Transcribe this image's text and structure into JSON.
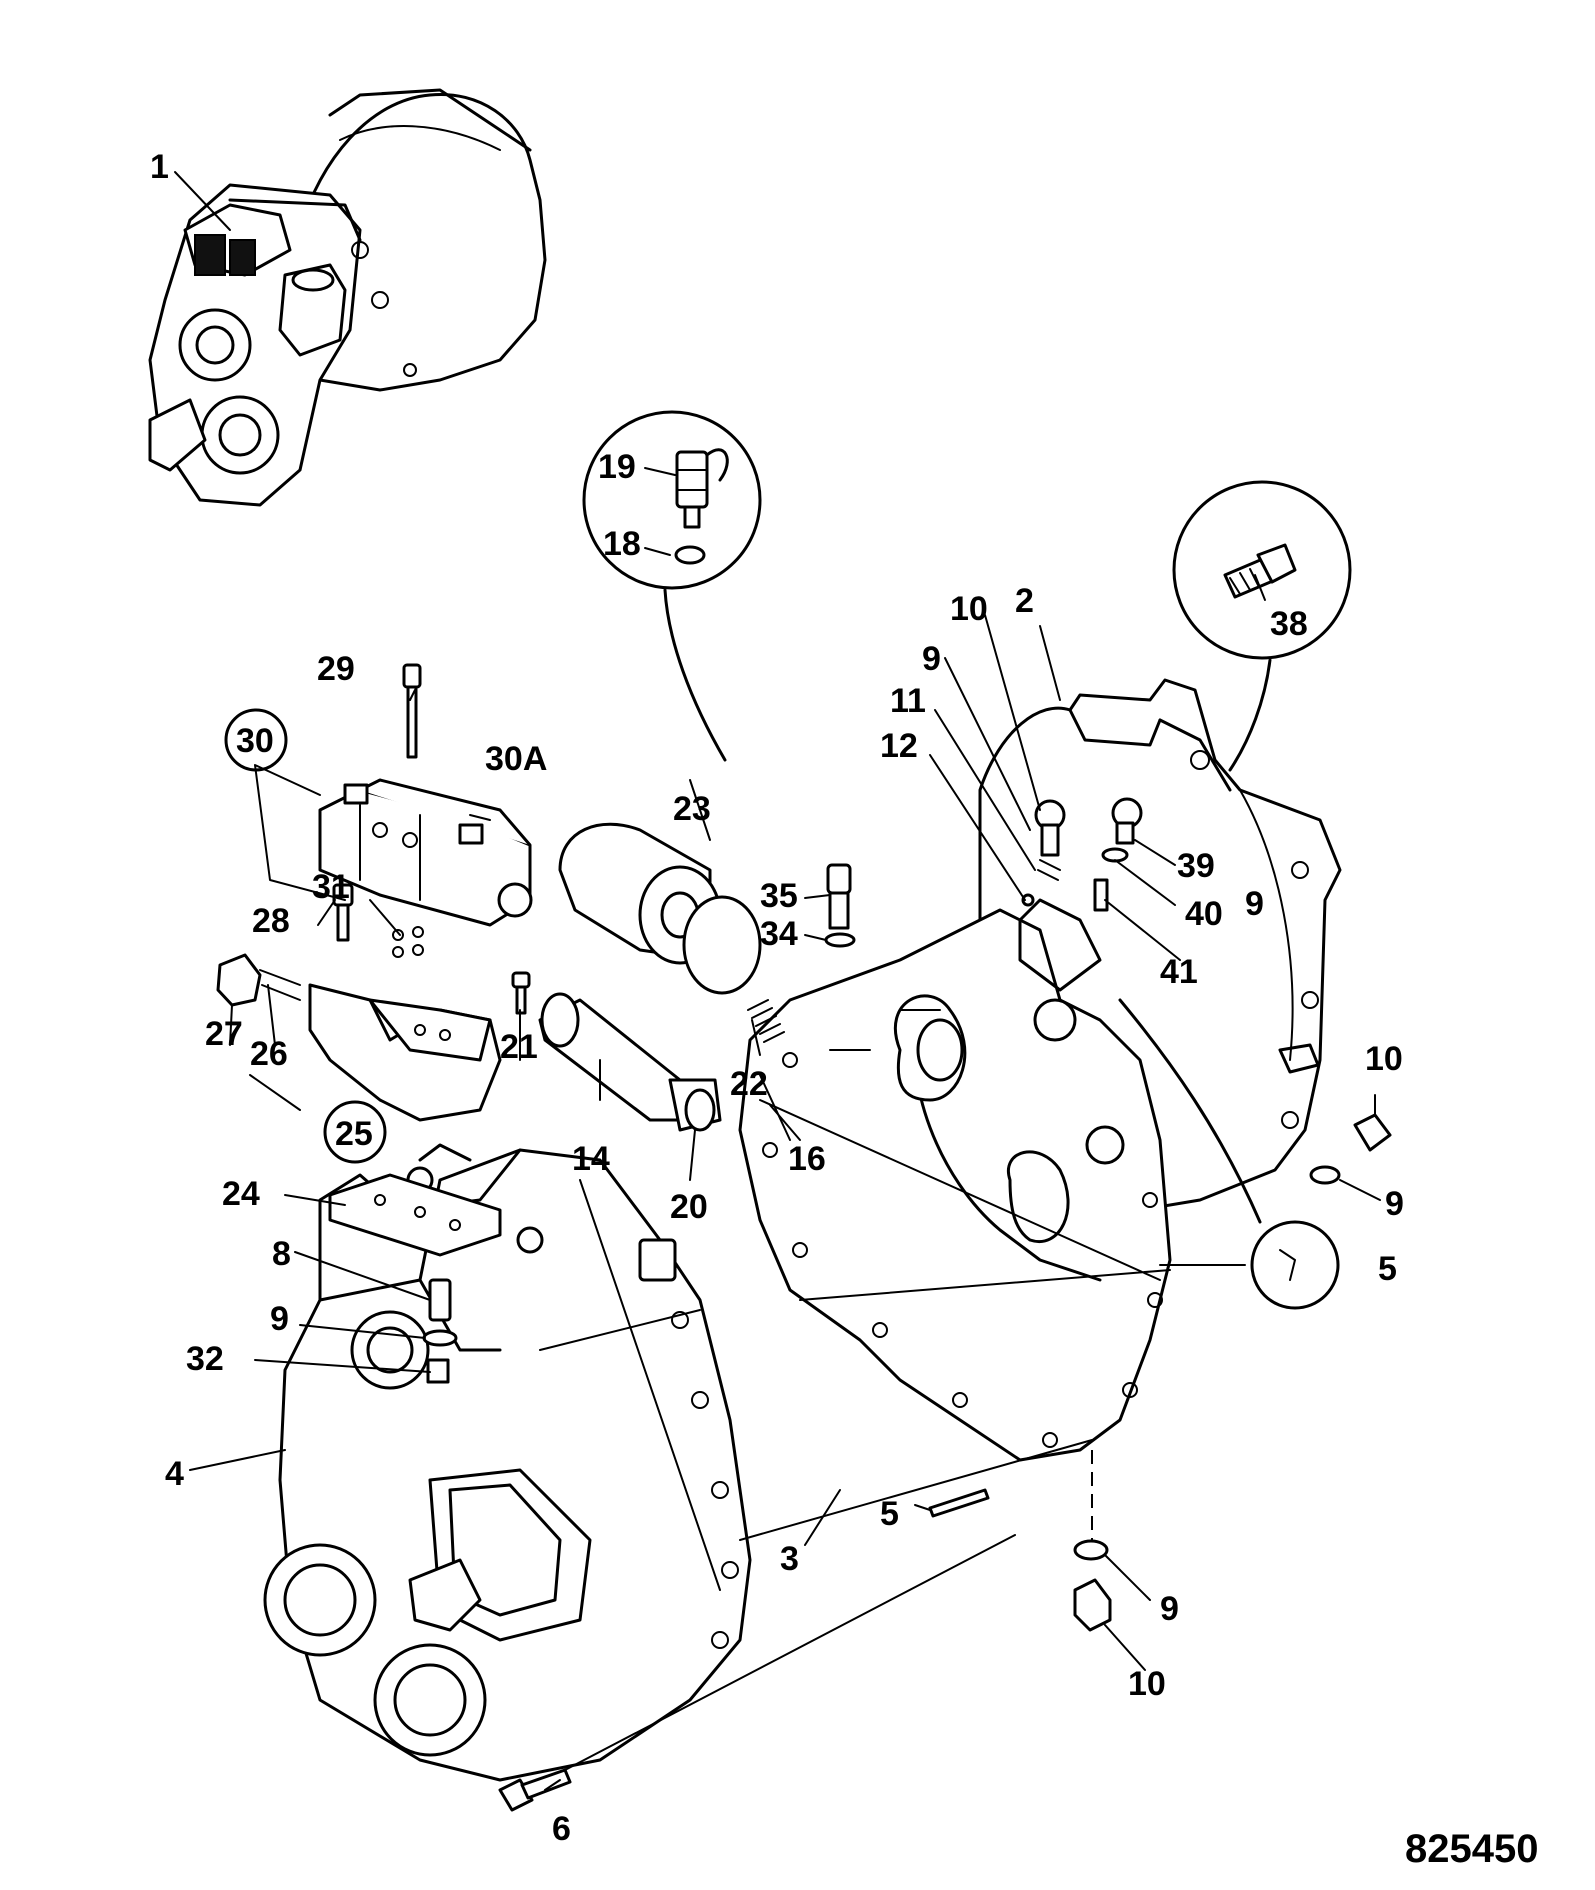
{
  "callouts": {
    "c1": "1",
    "c2": "2",
    "c3": "3",
    "c4": "4",
    "c5a": "5",
    "c5b": "5",
    "c6": "6",
    "c8": "8",
    "c9a": "9",
    "c9b": "9",
    "c9c": "9",
    "c9d": "9",
    "c9e": "9",
    "c10a": "10",
    "c10b": "10",
    "c10c": "10",
    "c11": "11",
    "c12": "12",
    "c14": "14",
    "c16": "16",
    "c18": "18",
    "c19": "19",
    "c20": "20",
    "c21": "21",
    "c22": "22",
    "c23": "23",
    "c24": "24",
    "c25": "25",
    "c26": "26",
    "c27": "27",
    "c28": "28",
    "c29": "29",
    "c30": "30",
    "c30a": "30A",
    "c31": "31",
    "c32": "32",
    "c34": "34",
    "c35": "35",
    "c38": "38",
    "c39": "39",
    "c40": "40",
    "c41": "41"
  },
  "reference_number": "825450"
}
